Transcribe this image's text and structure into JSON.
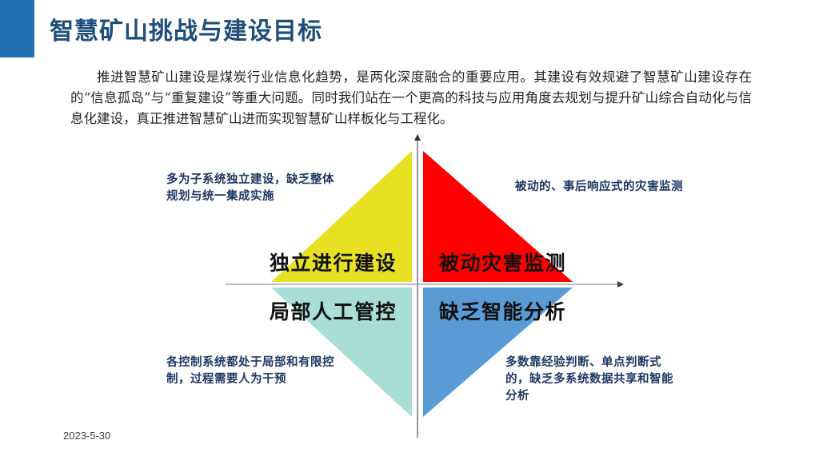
{
  "slide": {
    "title": "智慧矿山挑战与建设目标",
    "accent_color": "#1F6FB2",
    "title_color": "#1F4E79",
    "paragraph": "推进智慧矿山建设是煤炭行业信息化趋势，是两化深度融合的重要应用。其建设有效规避了智慧矿山建设存在的“信息孤岛”与“重复建设”等重大问题。同时我们站在一个更高的科技与应用角度去规划与提升矿山综合自动化与信息化建设，真正推进智慧矿山进而实现智慧矿山样板化与工程化。",
    "footer_date": "2023-5-30"
  },
  "diagram": {
    "axis_color": "#808080",
    "quadrants": [
      {
        "id": "top-left",
        "label": "独立进行建设",
        "fill": "#E8E023",
        "note": "多为子系统独立建设，缺乏整体规划与统一集成实施"
      },
      {
        "id": "top-right",
        "label": "被动灾害监测",
        "fill": "#FF0000",
        "note": "被动的、事后响应式的灾害监测"
      },
      {
        "id": "bottom-left",
        "label": "局部人工管控",
        "fill": "#A8DED5",
        "note": "各控制系统都处于局部和有限控制，过程需要人为干预"
      },
      {
        "id": "bottom-right",
        "label": "缺乏智能分析",
        "fill": "#5B9BD5",
        "note": "多数靠经验判断、单点判断式的，缺乏多系统数据共享和智能分析"
      }
    ]
  }
}
